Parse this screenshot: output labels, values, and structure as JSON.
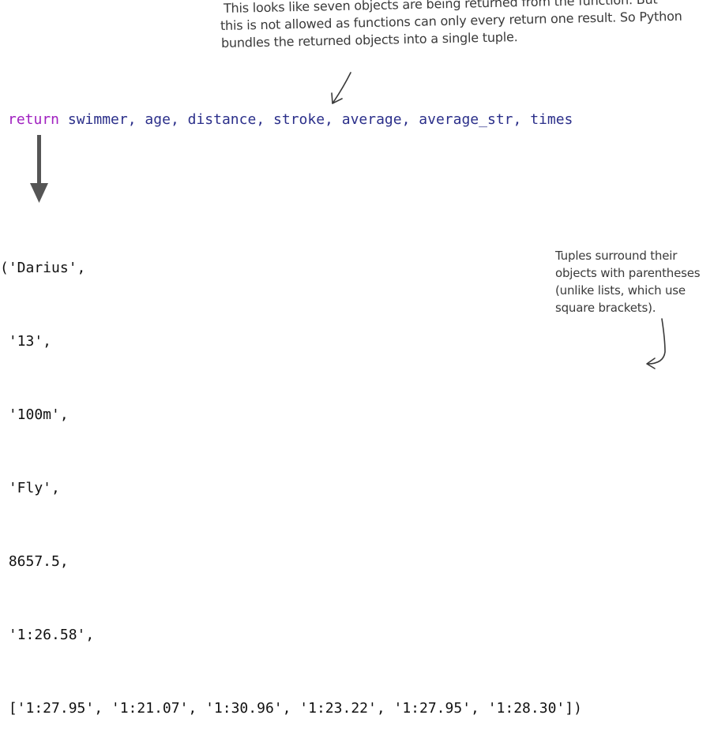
{
  "annotations": {
    "top_note": {
      "line1": "This looks like seven objects are being returned from the function. But",
      "line2": "this is not allowed as functions can only every return one result. So Python",
      "line3": "bundles the returned objects into a single tuple."
    },
    "side_note": {
      "line1": "Tuples surround their",
      "line2": "objects with parentheses",
      "line3": "(unlike lists, which use",
      "line4": "square brackets)."
    }
  },
  "code": {
    "keyword": "return",
    "identifiers": [
      "swimmer",
      "age",
      "distance",
      "stroke",
      "average",
      "average_str",
      "times"
    ],
    "separator": ", "
  },
  "output": {
    "lines": [
      "('Darius',",
      " '13',",
      " '100m',",
      " 'Fly',",
      " 8657.5,",
      " '1:26.58',",
      " ['1:27.95', '1:21.07', '1:30.96', '1:23.22', '1:27.95', '1:28.30'])"
    ]
  },
  "colors": {
    "keyword": "#a020c0",
    "identifier": "#2b2f8a",
    "output_text": "#111111",
    "annotation_text": "#3a3a3a",
    "arrow_thick": "#555555"
  }
}
